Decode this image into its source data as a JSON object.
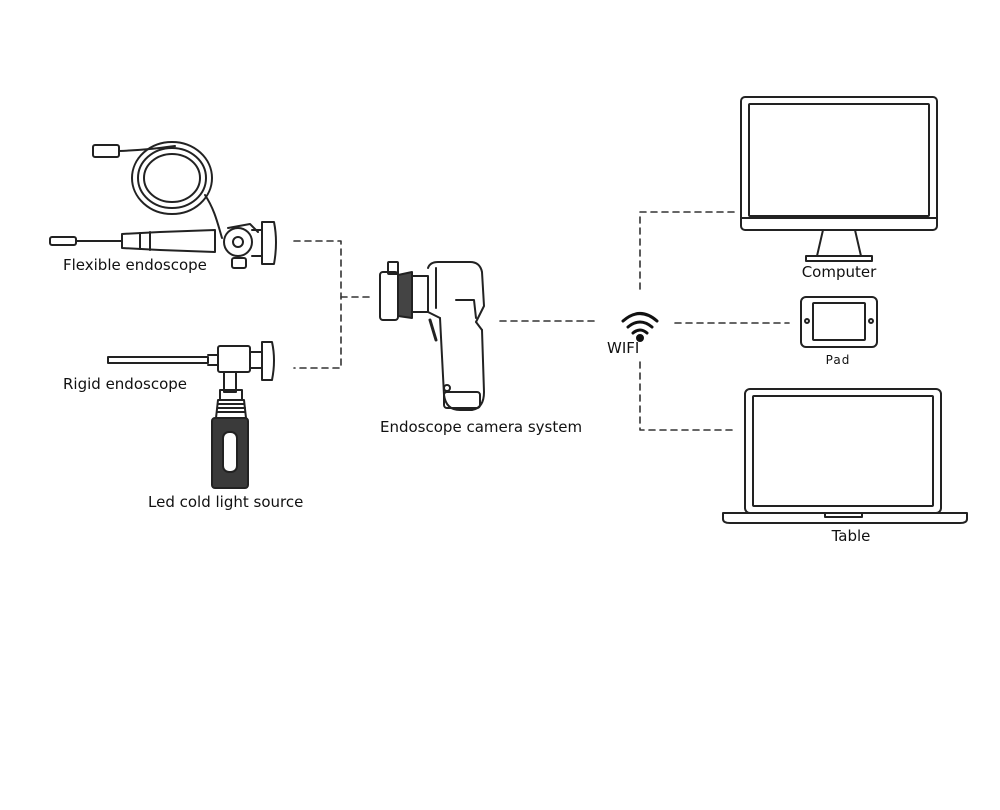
{
  "labels": {
    "flexible_endoscope": "Flexible endoscope",
    "rigid_endoscope": "Rigid endoscope",
    "led_light_source": "Led cold light source",
    "camera_system": "Endoscope camera system",
    "wifi": "WIFI",
    "computer": "Computer",
    "pad": "Pad",
    "table": "Table"
  },
  "icons": [
    "flexible-endoscope-icon",
    "rigid-endoscope-icon",
    "led-light-source-icon",
    "endoscope-camera-icon",
    "wifi-icon",
    "computer-monitor-icon",
    "tablet-icon",
    "laptop-icon"
  ],
  "colors": {
    "line": "#222222",
    "connector": "#333333",
    "background": "#ffffff"
  }
}
